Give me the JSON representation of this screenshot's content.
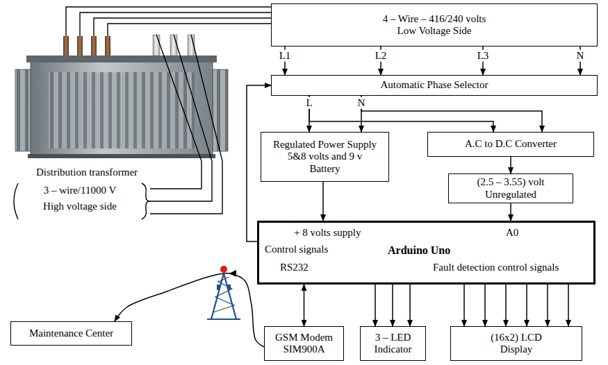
{
  "diagram": {
    "nodes": [
      {
        "text": [
          "4 – Wire – 416/240 volts Low Voltage Side"
        ]
      },
      {
        "text": [
          "Automatic Phase Selector"
        ]
      },
      {
        "text": [
          "Regulated Power Supply 5&8 volts and 9 v Battery"
        ]
      },
      {
        "text": [
          "A.C to D.C Converter"
        ]
      },
      {
        "text": [
          "(2.5 – 3.55) volt Unregulated"
        ]
      },
      {
        "text": [
          "+ 8 volts supply",
          "A0",
          "Control signals",
          "Arduino Uno",
          "RS232",
          "Fault detection control signals"
        ]
      },
      {
        "text": [
          "GSM Modem SIM900A"
        ]
      },
      {
        "text": [
          "3 – LED Indicator"
        ]
      },
      {
        "text": [
          "(16x2) LCD Display"
        ]
      },
      {
        "text": [
          "Maintenance Center"
        ]
      }
    ],
    "edges": [
      {
        "from": 0,
        "to": 1,
        "label": "L1",
        "arrow": "to"
      },
      {
        "from": 0,
        "to": 1,
        "label": "L2",
        "arrow": "to"
      },
      {
        "from": 0,
        "to": 1,
        "label": "L3",
        "arrow": "to"
      },
      {
        "from": 0,
        "to": 1,
        "label": "N",
        "arrow": "to"
      },
      {
        "from": 5,
        "to": 1,
        "arrow": "to"
      },
      {
        "from": 1,
        "to": 2,
        "label": "L",
        "arrow": "to"
      },
      {
        "from": 1,
        "to": 3,
        "arrow": "to"
      },
      {
        "from": 1,
        "to": 2,
        "label": "N",
        "arrow": "to"
      },
      {
        "from": 1,
        "to": 3,
        "arrow": "to"
      },
      {
        "from": 3,
        "to": 4,
        "arrow": "to"
      },
      {
        "from": 2,
        "to": 5,
        "arrow": "to"
      },
      {
        "from": 4,
        "to": 5,
        "arrow": "to"
      },
      {
        "from": 5,
        "to": 6,
        "arrow": "both"
      },
      {
        "from": 5,
        "to": 7,
        "arrow": "to"
      },
      {
        "from": 5,
        "to": 7,
        "arrow": "to"
      },
      {
        "from": 5,
        "to": 7,
        "arrow": "to"
      },
      {
        "from": 5,
        "to": 8,
        "arrow": "to"
      },
      {
        "from": 5,
        "to": 8,
        "arrow": "to"
      },
      {
        "from": 5,
        "to": 8,
        "arrow": "to"
      },
      {
        "from": 5,
        "to": 8,
        "arrow": "to"
      },
      {
        "from": 5,
        "to": 8,
        "arrow": "to"
      },
      {
        "from": 5,
        "to": 8,
        "arrow": "to"
      },
      {
        "from": 6,
        "to": 9,
        "arrow": "to"
      }
    ],
    "labels": [
      "Distribution transformer",
      "3 – wire/11000 V",
      "High voltage side"
    ]
  }
}
